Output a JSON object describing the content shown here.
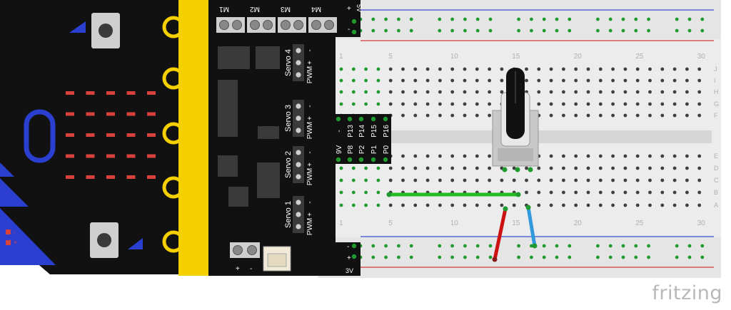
{
  "motor_board": {
    "motor_labels": [
      "M1",
      "M2",
      "M3",
      "M4"
    ],
    "power_top": {
      "plus": "+",
      "minus": "-",
      "voltage": "5V"
    },
    "power_bottom": {
      "plus": "+",
      "minus": "-",
      "voltage": "3V"
    },
    "servos": [
      {
        "name": "Servo 4",
        "pins": [
          "-",
          "+",
          "PWM"
        ]
      },
      {
        "name": "Servo 3",
        "pins": [
          "-",
          "+",
          "PWM"
        ]
      },
      {
        "name": "Servo 2",
        "pins": [
          "-",
          "+",
          "PWM"
        ]
      },
      {
        "name": "Servo 1",
        "pins": [
          "-",
          "+",
          "PWM"
        ]
      }
    ],
    "io_top_labels": [
      "-",
      "P13",
      "P14",
      "P15",
      "P16"
    ],
    "io_bottom_labels": [
      "9V",
      "P8",
      "P2",
      "P1",
      "P0"
    ],
    "battery_terminal": {
      "plus": "+",
      "minus": "-"
    }
  },
  "microbit": {
    "pin_marks": {
      "minus": "-",
      "plus": "+"
    }
  },
  "breadboard": {
    "column_numbers": [
      "1",
      "5",
      "10",
      "15",
      "20",
      "25",
      "30"
    ],
    "rows_top": [
      "J",
      "I",
      "H",
      "G",
      "F"
    ],
    "rows_bottom": [
      "E",
      "D",
      "C",
      "B",
      "A"
    ]
  },
  "wires": [
    {
      "color": "#22bb22"
    },
    {
      "color": "#cc1111"
    },
    {
      "color": "#3399dd"
    }
  ],
  "colors": {
    "board": "#111111",
    "connector": "#f5d000",
    "led": "#d9413c",
    "microbit_blue": "#2a3fd0",
    "hole": "#3e3e3e",
    "rail_hole": "#1f9a2e",
    "rail_red": "#d23a3a",
    "rail_blue": "#3a4bd2"
  },
  "branding": {
    "logo_text": "fritzing"
  }
}
